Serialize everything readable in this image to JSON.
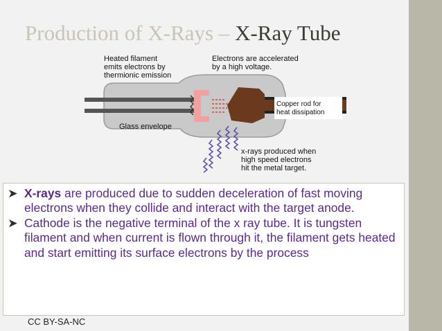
{
  "title": {
    "part1": "Production of X-Rays –",
    "part2": "X-Ray Tube"
  },
  "diagram": {
    "label_filament_1": "Heated filament",
    "label_filament_2": "emits electrons by",
    "label_filament_3": "thermionic emission",
    "label_accel_1": "Electrons are accelerated",
    "label_accel_2": "by a high voltage.",
    "label_copper_1": "Copper rod for",
    "label_copper_2": "heat dissipation",
    "label_glass": "Glass envelope",
    "label_xray_1": "x-rays produced when",
    "label_xray_2": "high speed electrons",
    "label_xray_3": "hit the metal target."
  },
  "bullets": {
    "b1_bold": "X-rays",
    "b1_text": " are produced due to sudden deceleration of fast moving electrons when they collide and interact with the target anode.",
    "b2_text": " Cathode is the negative terminal of the x ray tube. It is tungsten filament and when current is flown through it, the filament gets heated and start emitting its surface electrons by the process"
  },
  "license": "CC BY-SA-NC",
  "colors": {
    "accent_purple": "#5a2a86",
    "title_light": "#c9c4b6",
    "title_dark": "#3d3b32"
  }
}
